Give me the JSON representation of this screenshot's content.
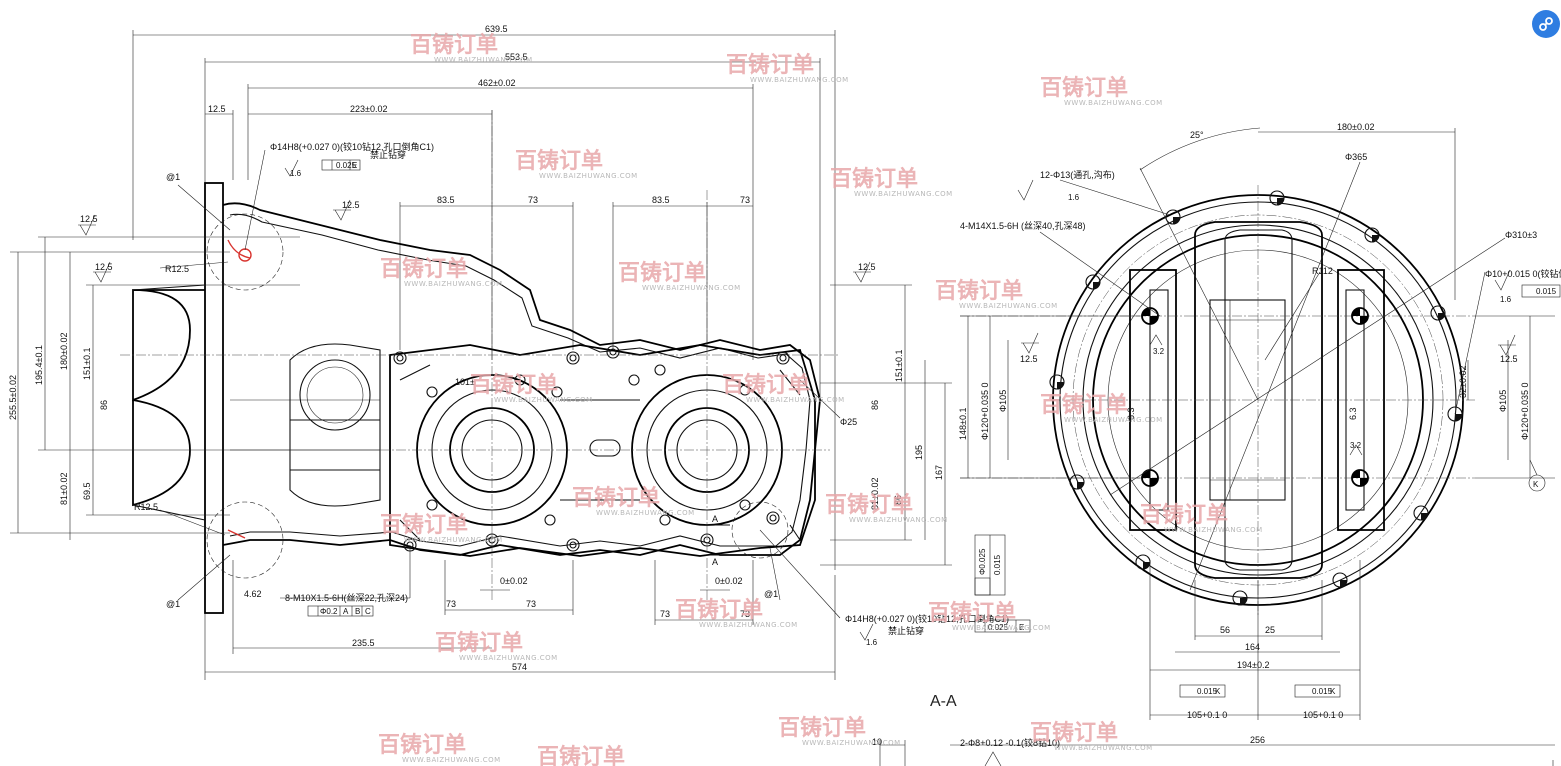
{
  "dimensions": {
    "w639": "639.5",
    "w553": "553.5",
    "w462": "462±0.02",
    "w223": "223±0.02",
    "r12_5": "12.5",
    "w83_5": "83.5",
    "w73": "73",
    "h195_4": "195.4±0.1",
    "h180": "180±0.02",
    "h151": "151±0.1",
    "h255": "255.5±0.02",
    "h86": "86",
    "h81": "81±0.02",
    "h69": "69.5",
    "r12_5_label": "R12.5",
    "at1": "@1",
    "d101": "101±",
    "d25": "Φ25",
    "d195": "195",
    "d167": "167",
    "d0_02": "0±0.02",
    "w235": "235.5",
    "w574": "574",
    "d4_62": "4.62",
    "m10": "8-M10X1.5-6H(丝深22,孔深24)",
    "tol_02": "Φ0.2",
    "tol_A": "A",
    "tol_B": "B",
    "tol_C": "C",
    "phi14_top": "Φ14H8(+0.027 0)(铰10钻12,孔口倒角C1)",
    "no_through": "禁止钻穿",
    "tol_025": "0.025",
    "tol_E": "E",
    "ra16": "1.6",
    "phi14_bot": "Φ14H8(+0.027 0)(铰10钻12,孔口倒角C1)",
    "section_label": "A-A",
    "w10": "10",
    "bottom_phi8": "2-Φ8+0.12 -0.1(铰8钻10)",
    "r_angle": "25°",
    "w180": "180±0.02",
    "d365": "Φ365",
    "m13": "12-Φ13(通孔,沟布)",
    "m14": "4-M14X1.5-6H (丝深40,孔深48)",
    "d310": "Φ310±3",
    "r112": "R112",
    "phi10": "Φ10+0.015 0(铰钻倒角0.5)",
    "tol_K": "K",
    "h148": "148±0.1",
    "d120": "Φ120+0.035 0",
    "d105": "Φ105",
    "ra32": "3.2",
    "ra63": "6.3",
    "h32": "32±0.02",
    "w56": "56",
    "w25": "25",
    "w164": "164",
    "w194": "194±0.2",
    "flat015": "0.015",
    "w105a": "105+0.1 0",
    "w105b": "105+0.1 0",
    "w256": "256",
    "tol_circle": "Φ0.025",
    "tol_perp": "0.015"
  },
  "watermark": {
    "brand": "百铸订单",
    "url": "WWW.BAIZHUWANG.COM"
  },
  "share": {
    "icon": "share-link-icon",
    "color": "#2f7de1"
  }
}
